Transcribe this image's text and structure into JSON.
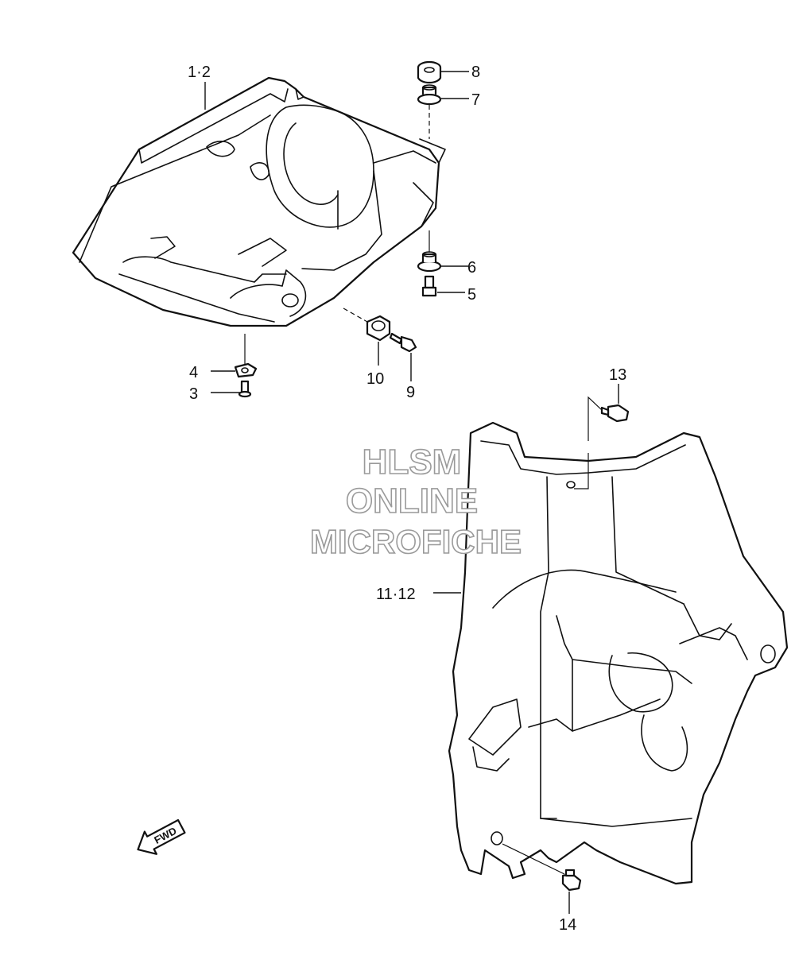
{
  "callouts": {
    "c1_2": "1·2",
    "c3": "3",
    "c4": "4",
    "c5": "5",
    "c6": "6",
    "c7": "7",
    "c8": "8",
    "c9": "9",
    "c10": "10",
    "c11_12": "11·12",
    "c13": "13",
    "c14": "14"
  },
  "watermark": {
    "line1": "HLSM",
    "line2": "ONLINE",
    "line3": "MICROFICHE"
  },
  "fwd_label": "FWD"
}
